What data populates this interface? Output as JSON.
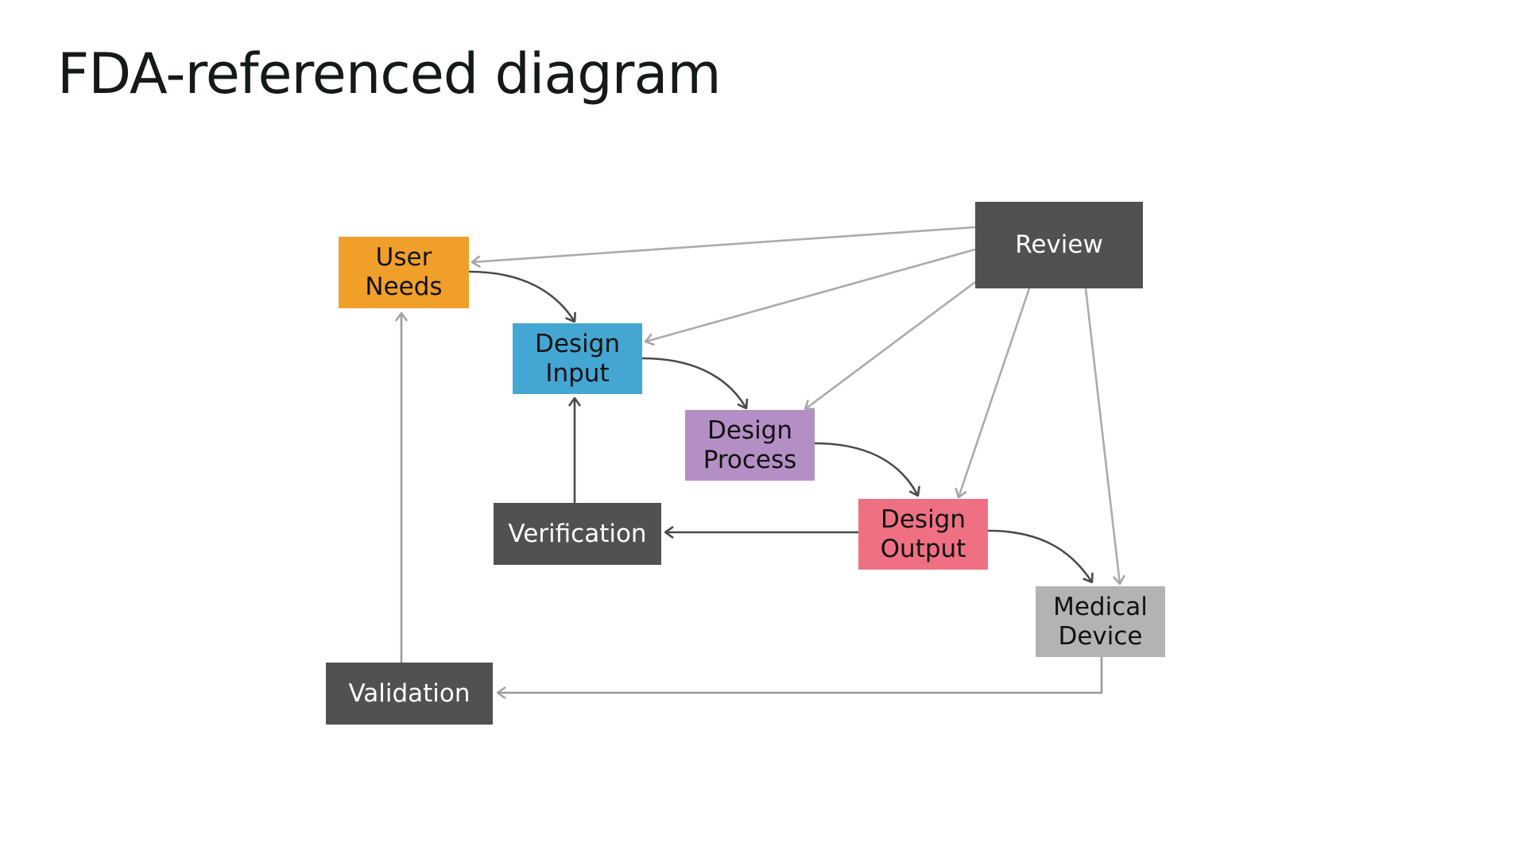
{
  "title": "FDA-referenced diagram",
  "nodes": {
    "user_needs": {
      "line1": "User",
      "line2": "Needs"
    },
    "design_input": {
      "line1": "Design",
      "line2": "Input"
    },
    "design_process": {
      "line1": "Design",
      "line2": "Process"
    },
    "design_output": {
      "line1": "Design",
      "line2": "Output"
    },
    "medical_device": {
      "line1": "Medical",
      "line2": "Device"
    },
    "review": {
      "label": "Review"
    },
    "verification": {
      "label": "Verification"
    },
    "validation": {
      "label": "Validation"
    }
  },
  "colors": {
    "user_needs": "#f0a02a",
    "design_input": "#44a6d3",
    "design_process": "#b48fc5",
    "design_output": "#ef7083",
    "medical_device": "#b3b3b3",
    "dark_box": "#515151",
    "flow_arrow": "#4a4a4a",
    "review_arrow": "#ababab"
  },
  "edges": [
    {
      "from": "user_needs",
      "to": "design_input",
      "style": "flow"
    },
    {
      "from": "design_input",
      "to": "design_process",
      "style": "flow"
    },
    {
      "from": "design_process",
      "to": "design_output",
      "style": "flow"
    },
    {
      "from": "design_output",
      "to": "medical_device",
      "style": "flow"
    },
    {
      "from": "design_output",
      "to": "verification",
      "style": "flow"
    },
    {
      "from": "verification",
      "to": "design_input",
      "style": "flow"
    },
    {
      "from": "medical_device",
      "to": "validation",
      "style": "review"
    },
    {
      "from": "validation",
      "to": "user_needs",
      "style": "review"
    },
    {
      "from": "review",
      "to": "user_needs",
      "style": "review"
    },
    {
      "from": "review",
      "to": "design_input",
      "style": "review"
    },
    {
      "from": "review",
      "to": "design_process",
      "style": "review"
    },
    {
      "from": "review",
      "to": "design_output",
      "style": "review"
    },
    {
      "from": "review",
      "to": "medical_device",
      "style": "review"
    }
  ]
}
